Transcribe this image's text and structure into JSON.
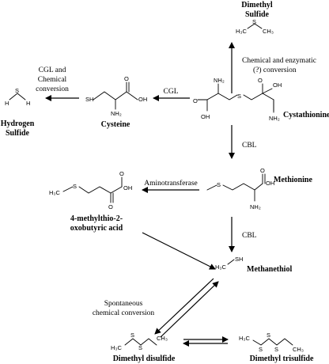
{
  "compounds": {
    "dimethyl_sulfide": [
      "Dimethyl",
      "Sulfide"
    ],
    "hydrogen_sulfide": [
      "Hydrogen",
      "Sulfide"
    ],
    "cysteine": "Cysteine",
    "cystathionine": "Cystathionine",
    "methionine": "Methionine",
    "keto_acid": [
      "4-methylthio-2-",
      "oxobutyric acid"
    ],
    "methanethiol": "Methanethiol",
    "dimethyl_disulfide": "Dimethyl disulfide",
    "dimethyl_trisulfide": "Dimethyl trisulfide"
  },
  "enzymes": {
    "cgl_chem": [
      "CGL and",
      "Chemical",
      "conversion"
    ],
    "cgl": "CGL",
    "chem_enz": [
      "Chemical and enzymatic",
      "(?) conversion"
    ],
    "cbl_1": "CBL",
    "cbl_2": "CBL",
    "aminotransferase": "Aminotransferase",
    "spontaneous": [
      "Spontaneous",
      "chemical conversion"
    ]
  },
  "atoms": {
    "S": "S",
    "H": "H",
    "SH": "SH",
    "OH": "OH",
    "O": "O",
    "NH2": "NH₂",
    "H3C": "H₃C",
    "CH3": "CH₃"
  }
}
